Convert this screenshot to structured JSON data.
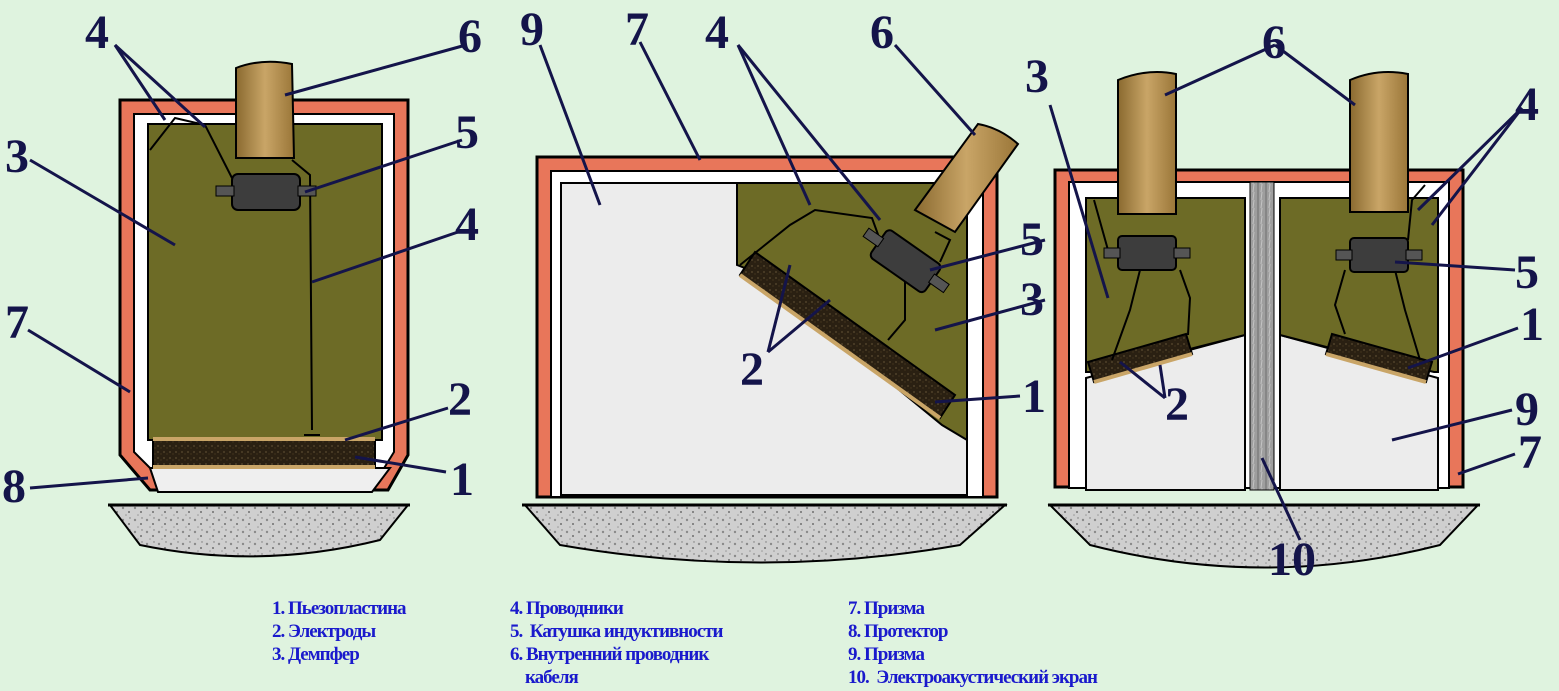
{
  "labels": {
    "n1": "1",
    "n2": "2",
    "n3": "3",
    "n4": "4",
    "n5": "5",
    "n6": "6",
    "n7": "7",
    "n8": "8",
    "n9": "9",
    "n10": "10"
  },
  "legend": {
    "col1": [
      "1. Пьезопластина",
      "2. Электроды",
      "3. Демпфер"
    ],
    "col2": [
      "4. Проводники",
      "5.  Катушка индуктивности",
      "6. Внутренний проводник",
      "    кабеля"
    ],
    "col3": [
      "7. Призма",
      "8. Протектор",
      "9. Призма",
      "10.  Электроакустический экран"
    ]
  },
  "colors": {
    "background": "#dff3df",
    "housing": "#e8765a",
    "damper": "#6d6b26",
    "cable": "#b0894a",
    "prism": "#ececec",
    "coil": "#3d3d3d",
    "piezo": "#2a2012",
    "leader": "#14144a",
    "legend_text": "#1a1acc"
  }
}
